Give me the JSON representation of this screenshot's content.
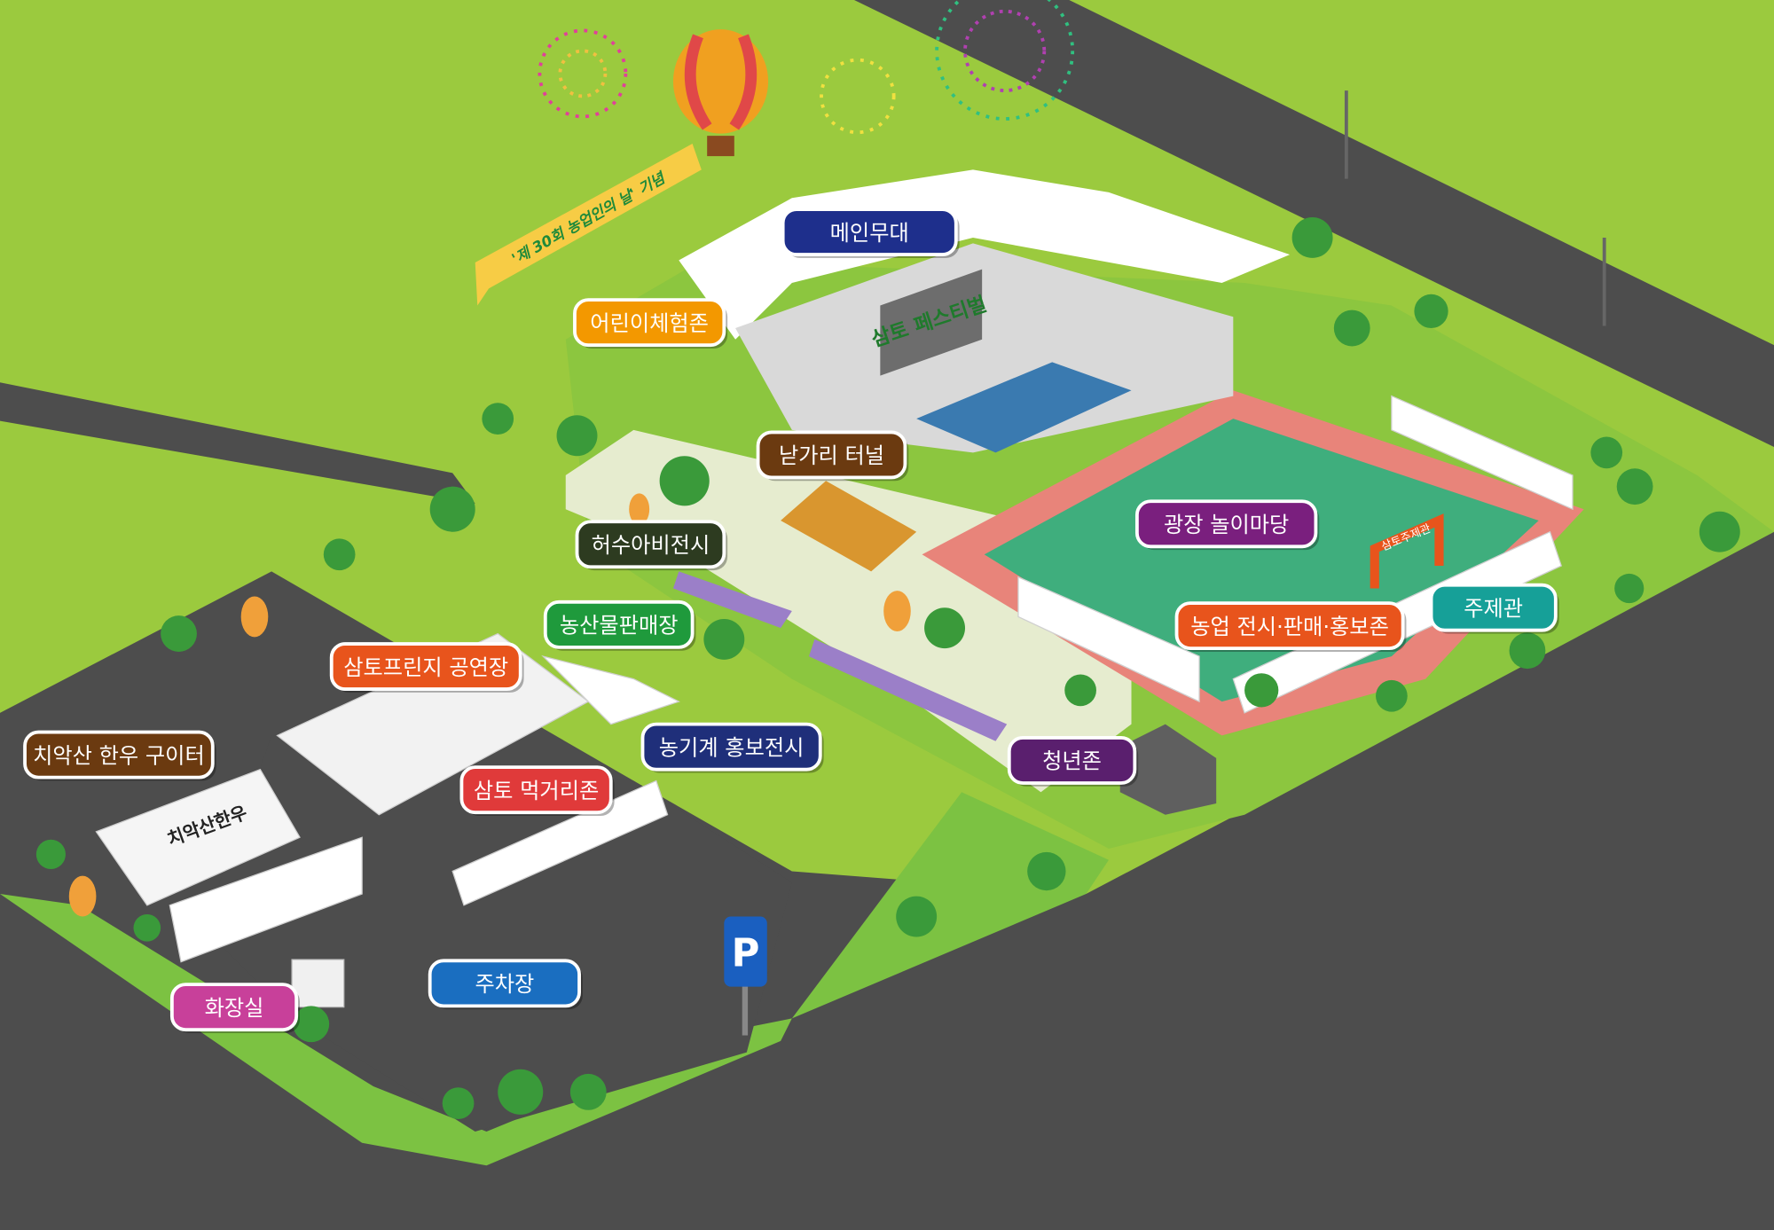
{
  "map": {
    "banner": "'제 30회 농업인의 날' 기념",
    "stage_sign": "삼토 페스티벌",
    "gate_sign": "삼토주제관",
    "hanwoo_sign": "치악산한우",
    "parking_sign": "P"
  },
  "labels": [
    {
      "id": "main-stage",
      "text": "메인무대",
      "color": "#1e2f8c"
    },
    {
      "id": "kids-zone",
      "text": "어린이체험존",
      "color": "#f39800"
    },
    {
      "id": "haystack-tunnel",
      "text": "낟가리 터널",
      "color": "#6b3a10"
    },
    {
      "id": "scarecrow-exhibit",
      "text": "허수아비전시",
      "color": "#2d3b20"
    },
    {
      "id": "produce-market",
      "text": "농산물판매장",
      "color": "#1f9a3c"
    },
    {
      "id": "fringe-stage",
      "text": "삼토프린지 공연장",
      "color": "#e8541c"
    },
    {
      "id": "hanwoo-grill",
      "text": "치악산 한우 구이터",
      "color": "#6b3a10"
    },
    {
      "id": "food-zone",
      "text": "삼토 먹거리존",
      "color": "#e03a3a"
    },
    {
      "id": "machinery-exhibit",
      "text": "농기계 홍보전시",
      "color": "#1f2f7a"
    },
    {
      "id": "youth-zone",
      "text": "청년존",
      "color": "#5a1f6e"
    },
    {
      "id": "plaza-playground",
      "text": "광장 놀이마당",
      "color": "#7a1f7e"
    },
    {
      "id": "agri-exhibit-zone",
      "text": "농업 전시·판매·홍보존",
      "color": "#e8541c"
    },
    {
      "id": "theme-hall",
      "text": "주제관",
      "color": "#16a098"
    },
    {
      "id": "parking",
      "text": "주차장",
      "color": "#1a6ec0"
    },
    {
      "id": "restroom",
      "text": "화장실",
      "color": "#c8409a"
    }
  ]
}
